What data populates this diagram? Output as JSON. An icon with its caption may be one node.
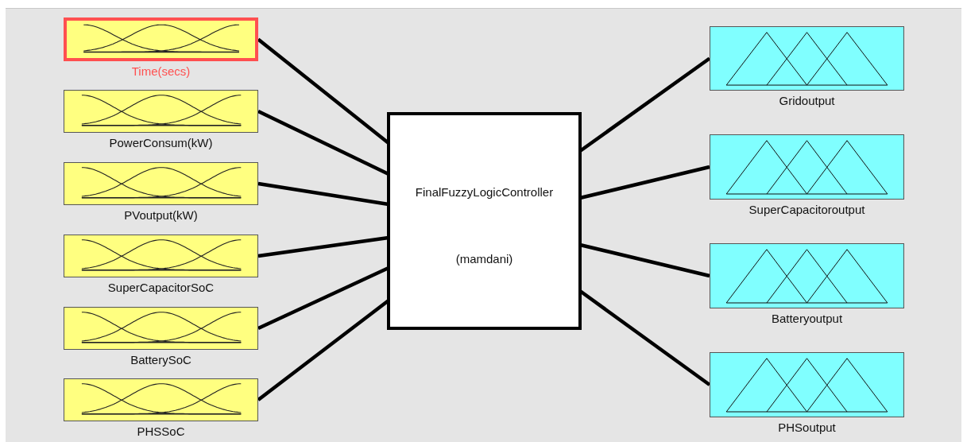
{
  "diagram": {
    "nodes": [
      {
        "text": [
          "Time(secs)"
        ]
      },
      {
        "text": [
          "PowerConsum(kW)"
        ]
      },
      {
        "text": [
          "PVoutput(kW)"
        ]
      },
      {
        "text": [
          "SuperCapacitorSoC"
        ]
      },
      {
        "text": [
          "BatterySoC"
        ]
      },
      {
        "text": [
          "PHSSoC"
        ]
      },
      {
        "text": [
          "FinalFuzzyLogicController",
          "(mamdani)"
        ]
      },
      {
        "text": [
          "Gridoutput"
        ]
      },
      {
        "text": [
          "SuperCapacitoroutput"
        ]
      },
      {
        "text": [
          "Batteryoutput"
        ]
      },
      {
        "text": [
          "PHSoutput"
        ]
      }
    ],
    "edges": [
      {
        "from": 0,
        "to": 6,
        "arrow": "none"
      },
      {
        "from": 1,
        "to": 6,
        "arrow": "none"
      },
      {
        "from": 2,
        "to": 6,
        "arrow": "none"
      },
      {
        "from": 3,
        "to": 6,
        "arrow": "none"
      },
      {
        "from": 4,
        "to": 6,
        "arrow": "none"
      },
      {
        "from": 5,
        "to": 6,
        "arrow": "none"
      },
      {
        "from": 6,
        "to": 7,
        "arrow": "none"
      },
      {
        "from": 6,
        "to": 8,
        "arrow": "none"
      },
      {
        "from": 6,
        "to": 9,
        "arrow": "none"
      },
      {
        "from": 6,
        "to": 10,
        "arrow": "none"
      }
    ]
  }
}
